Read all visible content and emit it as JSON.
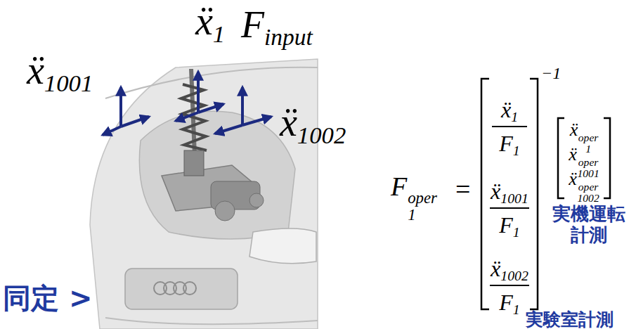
{
  "diagram": {
    "labels": [
      "ẍ1",
      "Finput",
      "ẍ1001",
      "ẍ1002",
      "F1oper",
      "=",
      "−1",
      "ẍ1",
      "F1",
      "ẍ1001",
      "F1",
      "ẍ1002",
      "F1",
      "ẍ1oper",
      "ẍ1001oper",
      "ẍ1002oper",
      "実機運転 計測",
      "実験室計測",
      "同定 >"
    ]
  }
}
